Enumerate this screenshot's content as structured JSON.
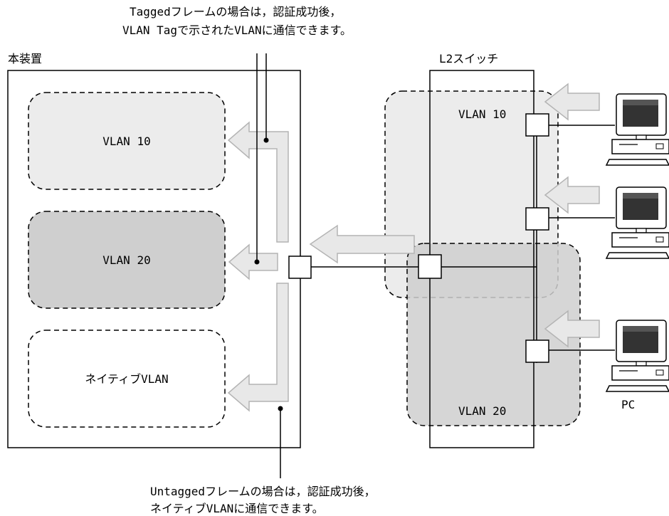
{
  "annotations": {
    "tagged_line1": "Taggedフレームの場合は，認証成功後，",
    "tagged_line2": "VLAN Tagで示されたVLANに通信できます。",
    "untagged_line1": "Untaggedフレームの場合は，認証成功後，",
    "untagged_line2": "ネイティブVLANに通信できます。"
  },
  "device": {
    "title": "本装置",
    "vlans": [
      "VLAN 10",
      "VLAN 20",
      "ネイティブVLAN"
    ]
  },
  "switch": {
    "title": "L2スイッチ",
    "vlans": [
      "VLAN 10",
      "VLAN 20"
    ]
  },
  "pc": {
    "label": "PC",
    "count": 3
  },
  "colors": {
    "vlan10_fill": "#ececec",
    "vlan20_fill": "#cfcfcf",
    "arrow_fill": "#e8e8e8",
    "arrow_stroke": "#b4b4b4",
    "line": "#000000"
  }
}
